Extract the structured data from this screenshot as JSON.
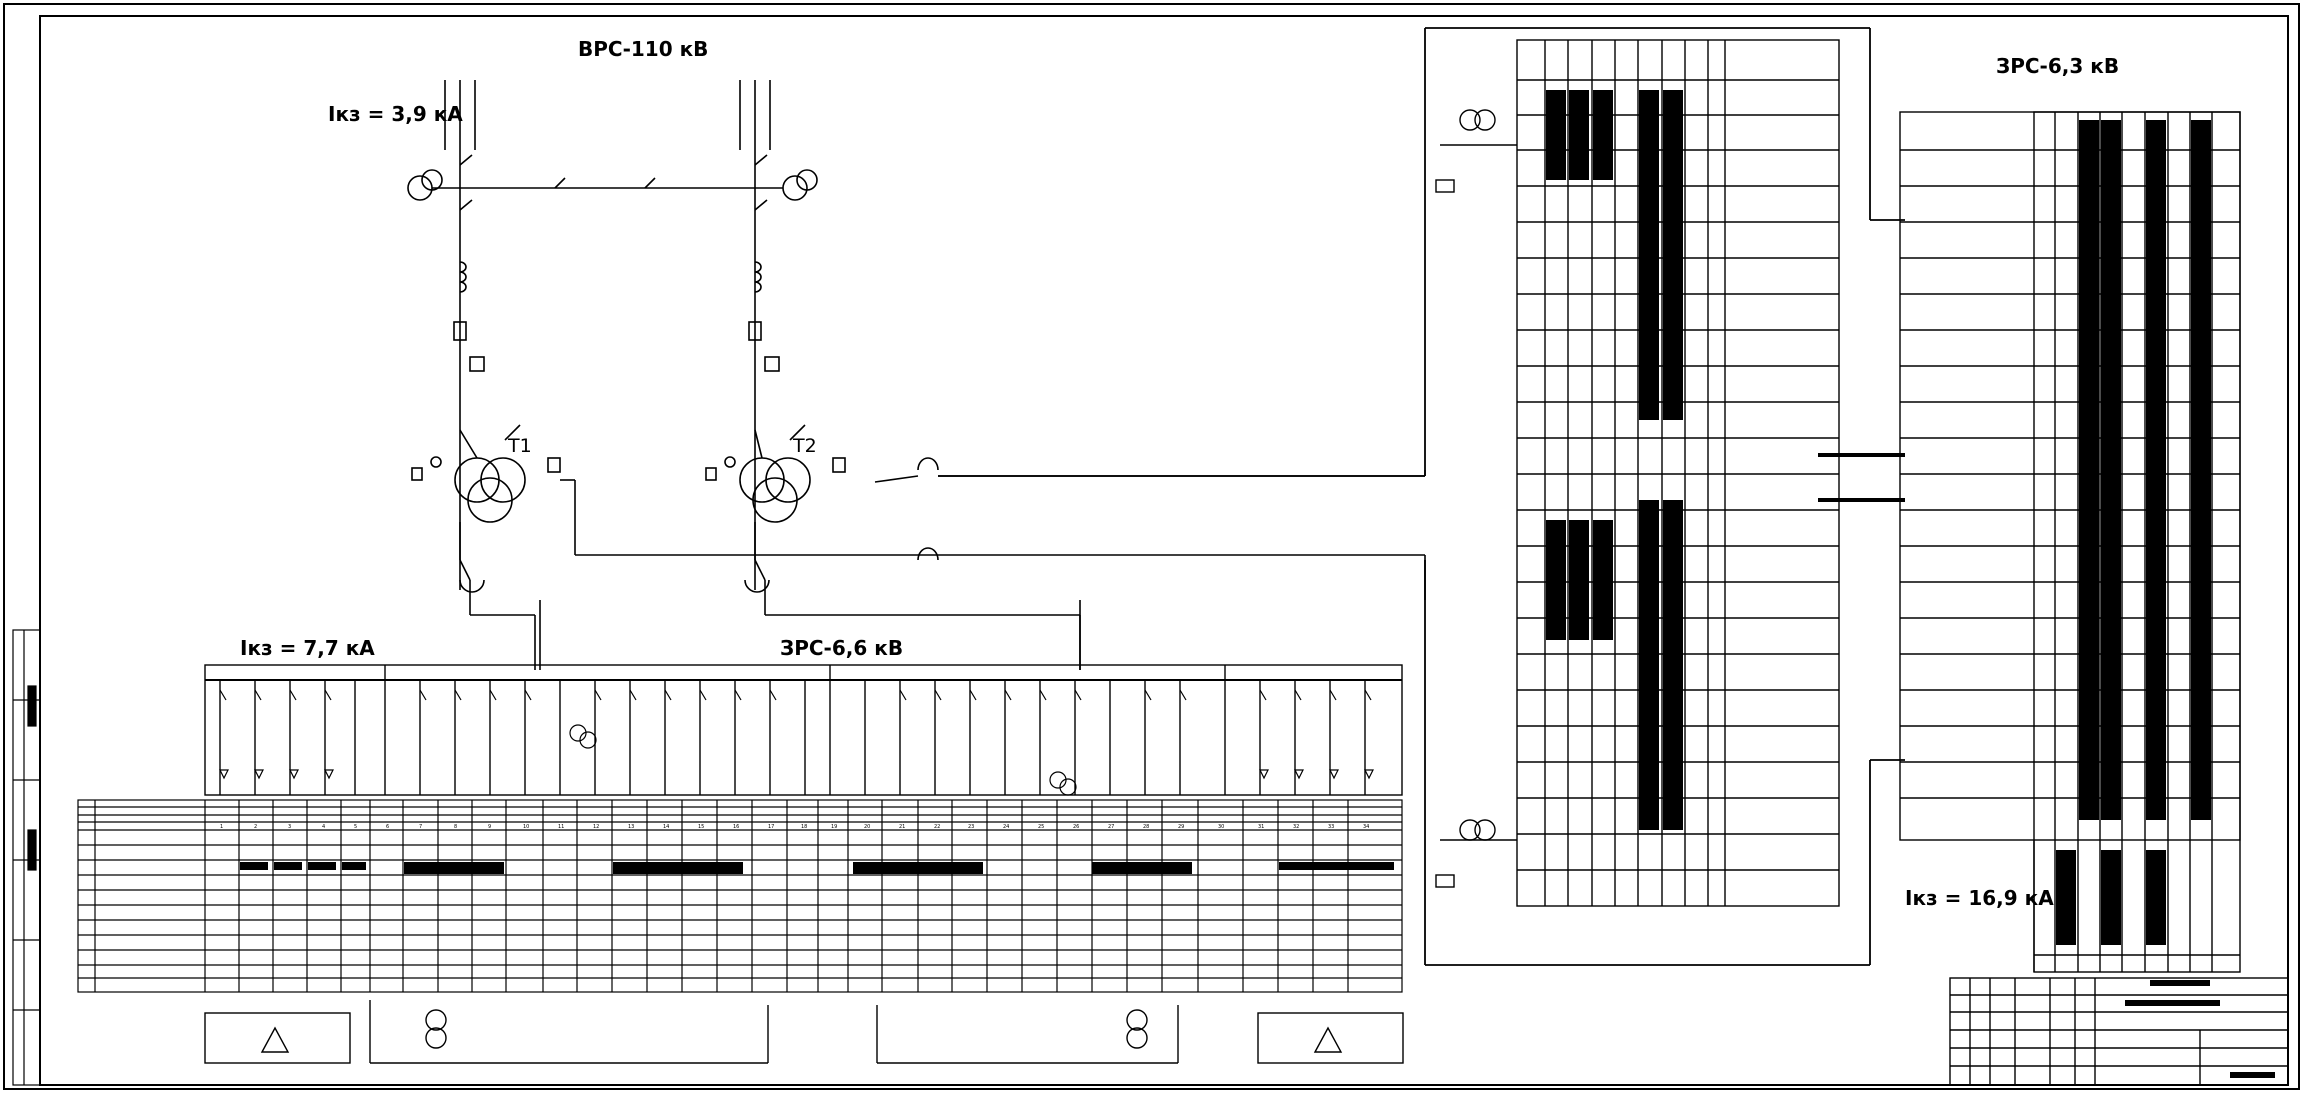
{
  "labels": {
    "hv_switchgear": "ВРС-110 кВ",
    "ikz_110": "Iкз = 3,9 кА",
    "ikz_66": "Iкз = 7,7 кА",
    "sw_66": "ЗРС-6,6 кВ",
    "sw_63": "ЗРС-6,3 кВ",
    "ikz_63": "Iкз = 16,9 кА",
    "t1": "T1",
    "t2": "T2"
  },
  "bottom_table": {
    "cell_numbers": [
      "1",
      "2",
      "3",
      "4",
      "5",
      "6",
      "7",
      "8",
      "9",
      "10",
      "11",
      "12",
      "13",
      "14",
      "15",
      "16",
      "17",
      "18",
      "19",
      "20",
      "21",
      "22",
      "23",
      "24",
      "25",
      "26",
      "27",
      "28",
      "29",
      "30",
      "31",
      "32",
      "33",
      "34"
    ]
  }
}
